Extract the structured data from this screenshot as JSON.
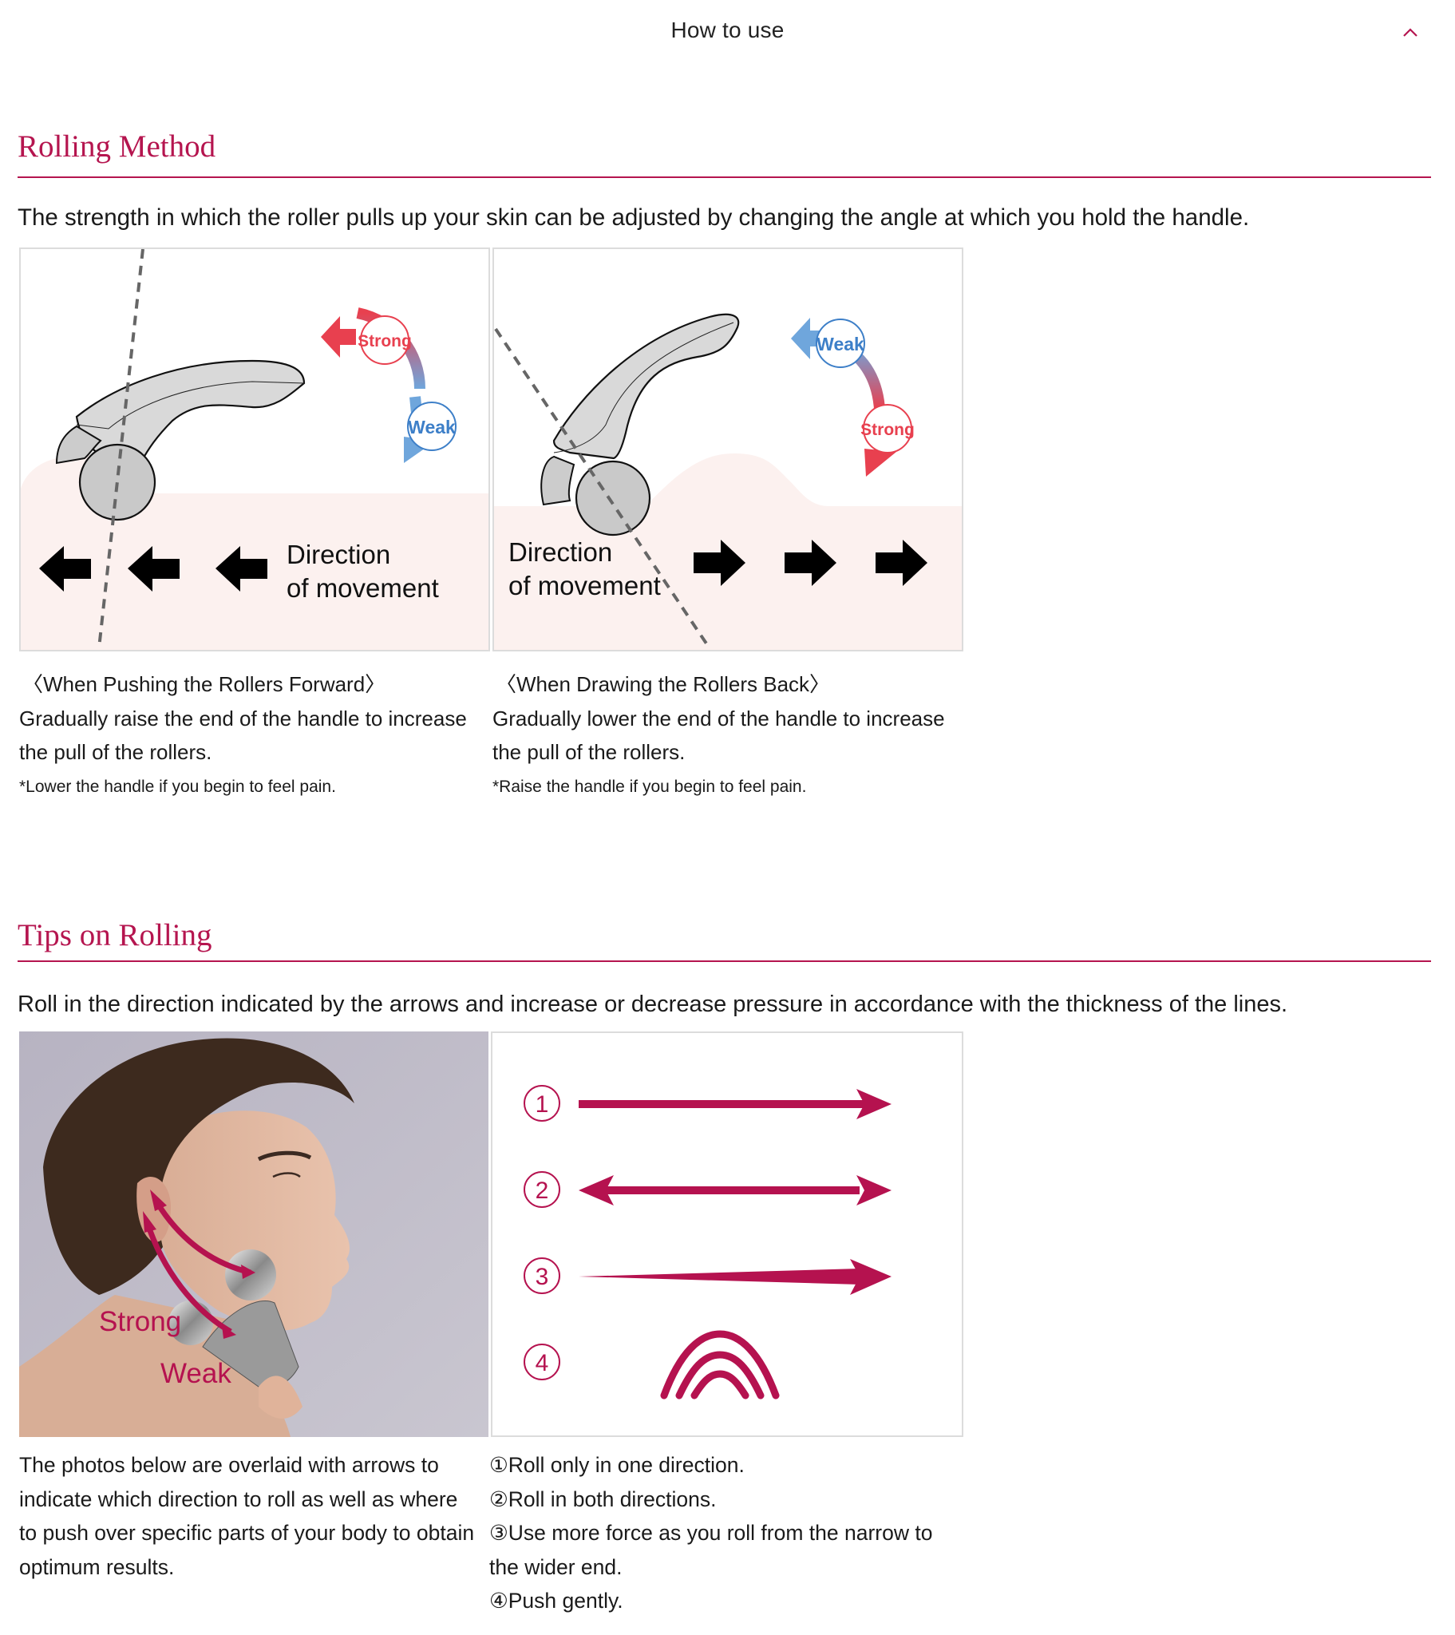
{
  "accordion": {
    "title": "How to use",
    "expanded": true,
    "toggle_icon": "chevron-up-icon",
    "accent_color": "#b5154f"
  },
  "rolling_method": {
    "title": "Rolling Method",
    "description": "The strength in which the roller pulls up your skin can be adjusted by changing the angle at which you hold the handle.",
    "panels": [
      {
        "illustration": "roller-forward-illustration",
        "labels": {
          "top": "Strong",
          "bottom": "Weak",
          "direction_line1": "Direction",
          "direction_line2": "of movement"
        },
        "caption_heading": "〈When Pushing the Rollers Forward〉",
        "caption_body": "Gradually raise the end of the handle to increase the pull of the rollers.",
        "caption_note": "*Lower the handle if you begin to feel pain."
      },
      {
        "illustration": "roller-back-illustration",
        "labels": {
          "top": "Weak",
          "bottom": "Strong",
          "direction_line1": "Direction",
          "direction_line2": "of movement"
        },
        "caption_heading": "〈When Drawing the Rollers Back〉",
        "caption_body": "Gradually lower the end of the handle to increase the pull of the rollers.",
        "caption_note": "*Raise the handle if you begin to feel pain."
      }
    ],
    "colors": {
      "strong": "#e8404f",
      "weak": "#3d7fc8",
      "skin": "#fcf1ef"
    }
  },
  "tips_on_rolling": {
    "title": "Tips on Rolling",
    "description": "Roll in the direction indicated by the arrows and increase or decrease pressure in accordance with the thickness of the lines.",
    "photo": {
      "alt": "Man using roller on cheek",
      "label_strong": "Strong",
      "label_weak": "Weak"
    },
    "legend": [
      {
        "num": "1",
        "icon": "arrow-right-icon"
      },
      {
        "num": "2",
        "icon": "double-arrow-icon"
      },
      {
        "num": "3",
        "icon": "tapered-arrow-icon"
      },
      {
        "num": "4",
        "icon": "arcs-icon"
      }
    ],
    "photo_caption": [
      "The photos below are overlaid with arrows to",
      "indicate which direction to roll as well as where",
      "to push over specific parts of your body to obtain",
      "optimum results."
    ],
    "legend_caption": [
      "①Roll only in one direction.",
      "②Roll in both directions.",
      "③Use more force as you roll from the narrow to",
      "the wider end.",
      "④Push gently."
    ],
    "accent_color": "#b5124f"
  }
}
